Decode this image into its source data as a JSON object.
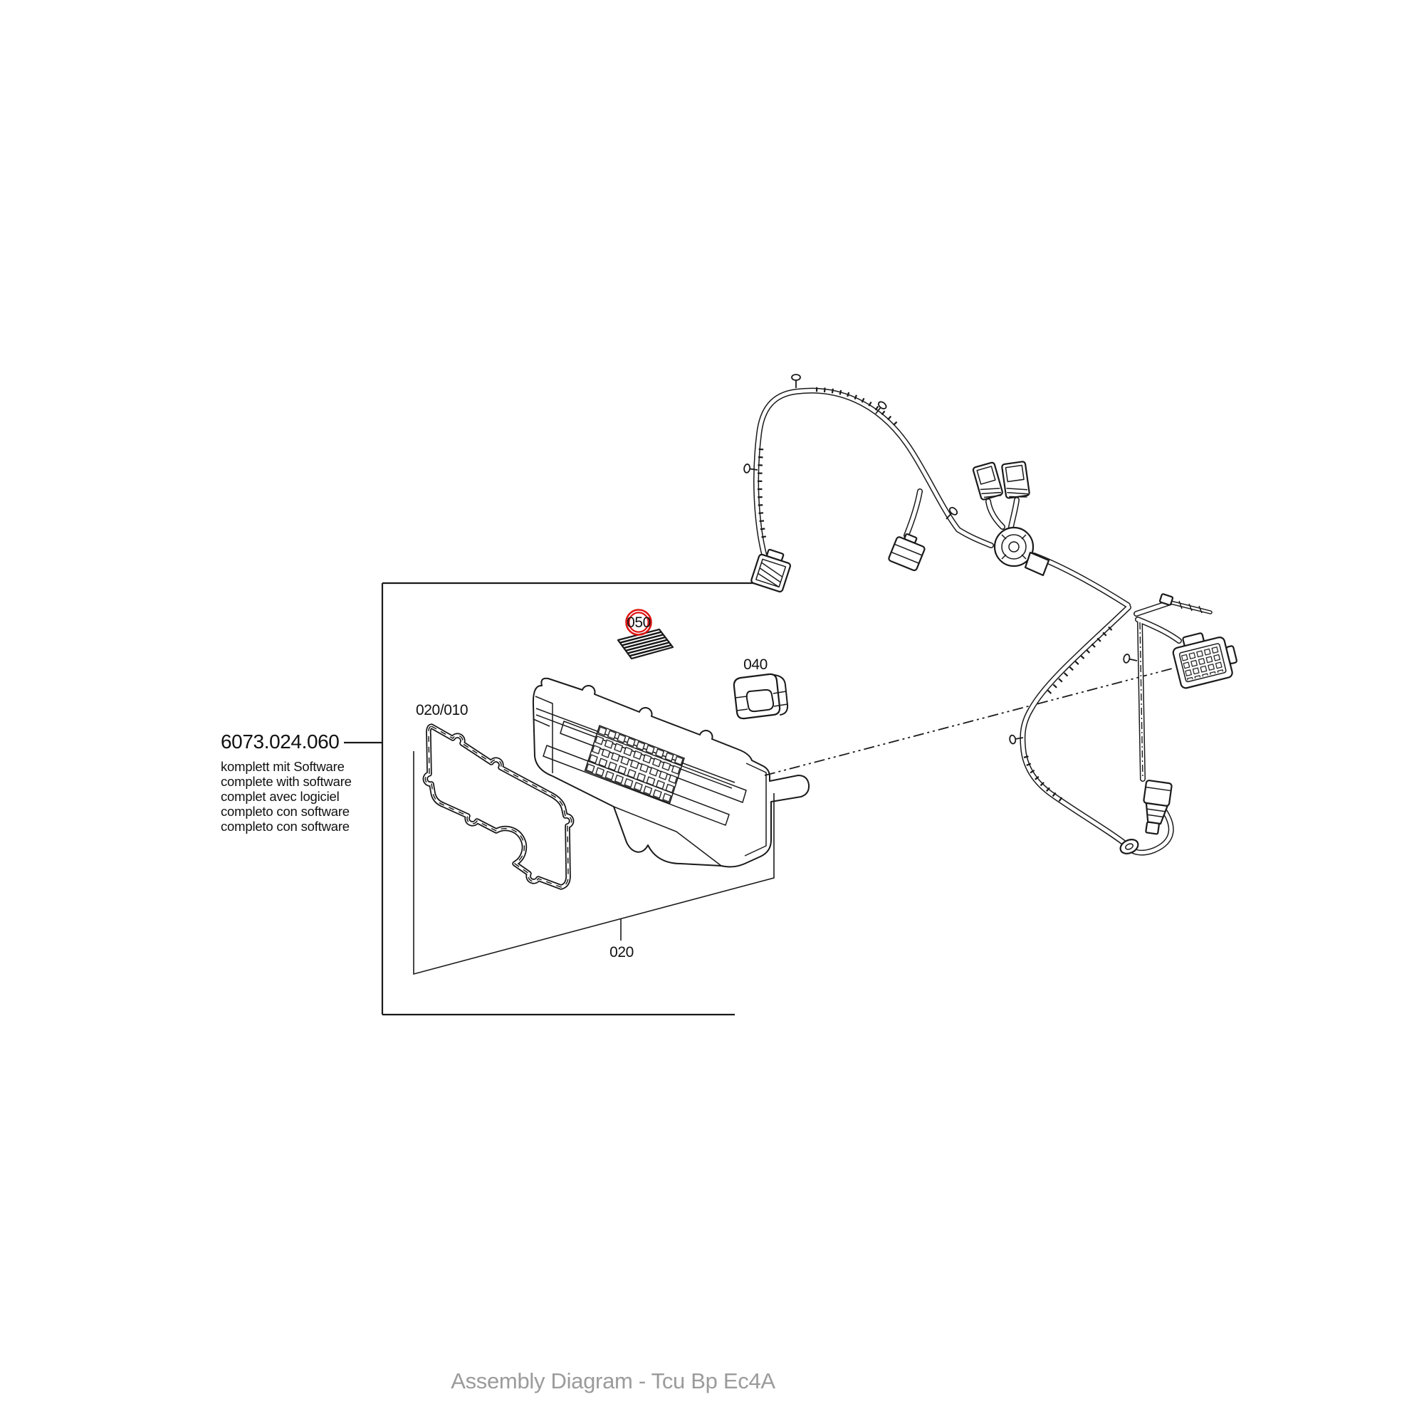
{
  "caption": "Assembly Diagram - Tcu Bp Ec4A",
  "part_info": {
    "part_number": "6073.024.060",
    "descriptions": [
      "komplett mit Software",
      "complete with software",
      "complet avec logiciel",
      "completo con software",
      "completo con software"
    ]
  },
  "callouts": {
    "gasket": "020/010",
    "housing_assembly": "020",
    "blind_plug": "040",
    "software_label": "050"
  },
  "colors": {
    "line": "#1a1a1a",
    "highlight_red": "#de1412",
    "caption_gray": "#9b9b9b"
  }
}
